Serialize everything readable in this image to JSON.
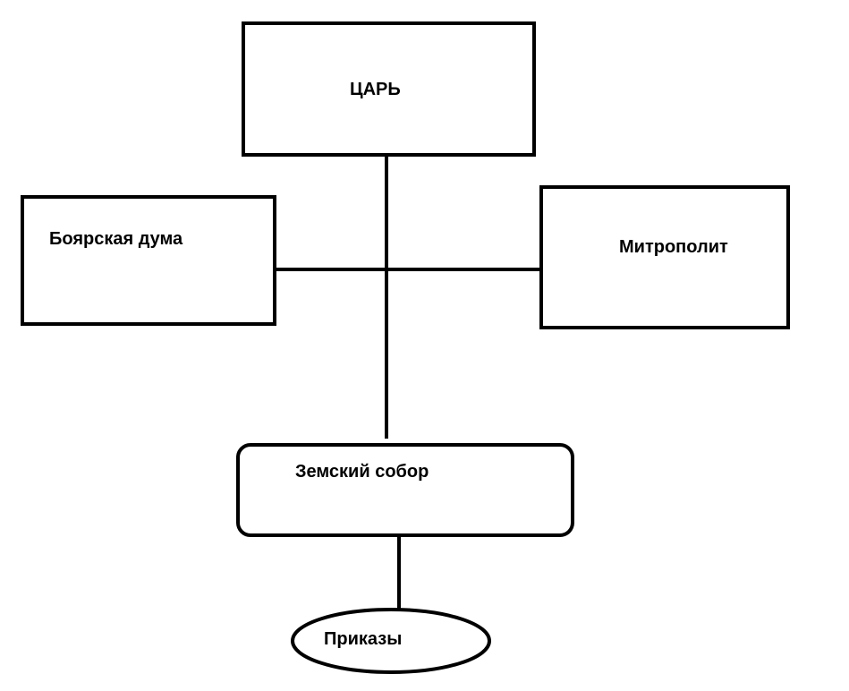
{
  "diagram": {
    "nodes": {
      "tsar": "ЦАРЬ",
      "boyar_duma": "Боярская дума",
      "metropolitan": "Митрополит",
      "zemsky_sobor": "Земский собор",
      "prikazy": "Приказы"
    },
    "line_color": "#000000",
    "background": "#ffffff"
  }
}
